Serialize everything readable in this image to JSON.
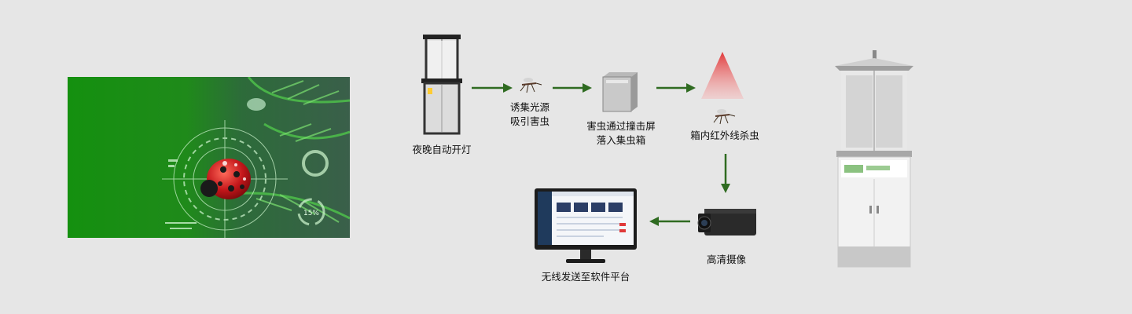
{
  "hero": {
    "gauge_text": "15%"
  },
  "steps": {
    "lamp_on": "夜晚自动开灯",
    "attract_line1": "诱集光源",
    "attract_line2": "吸引害虫",
    "collide_line1": "害虫通过撞击屏",
    "collide_line2": "落入集虫箱",
    "infrared_kill": "箱内红外线杀虫",
    "hd_camera": "高清摄像",
    "wireless_send": "无线发送至软件平台"
  },
  "colors": {
    "arrow": "#2f6b21",
    "hero_green": "#1e8a18",
    "infrared": "#e0393a"
  }
}
